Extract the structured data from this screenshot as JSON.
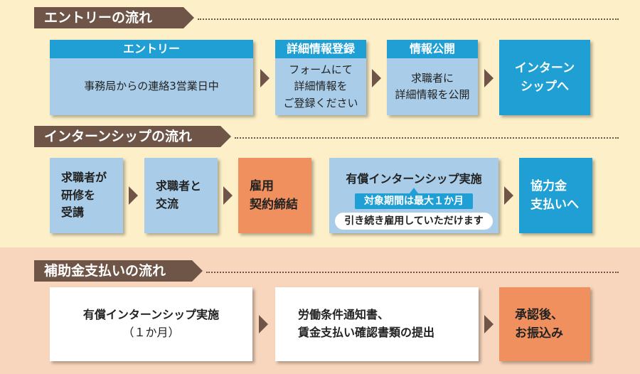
{
  "sections": {
    "entry": {
      "title": "エントリーの流れ"
    },
    "internship": {
      "title": "インターンシップの流れ"
    },
    "subsidy": {
      "title": "補助金支払いの流れ"
    }
  },
  "entry_flow": {
    "step1": {
      "header": "エントリー",
      "body": "事務局からの連絡3営業日中"
    },
    "step2": {
      "header": "詳細情報登録",
      "lines": [
        "フォームにて",
        "詳細情報を",
        "ご登録ください"
      ]
    },
    "step3": {
      "header": "情報公開",
      "lines": [
        "求職者に",
        "詳細情報を公開"
      ]
    },
    "step4": {
      "lines": [
        "インターン",
        "シップへ"
      ]
    }
  },
  "internship_flow": {
    "step1": {
      "lines": [
        "求職者が",
        "研修を",
        "受講"
      ]
    },
    "step2": {
      "lines": [
        "求職者と",
        "交流"
      ]
    },
    "step3": {
      "lines": [
        "雇用",
        "契約締結"
      ]
    },
    "step4": {
      "title": "有償インターンシップ実施",
      "note": "対象期間は最大１か月",
      "subnote": "引き続き雇用していただけます"
    },
    "step5": {
      "lines": [
        "協力金",
        "支払いへ"
      ]
    }
  },
  "subsidy_flow": {
    "step1": {
      "lines": [
        "有償インターンシップ実施",
        "（１か月）"
      ]
    },
    "step2": {
      "lines": [
        "労働条件通知書、",
        "賃金支払い確認書類の提出"
      ]
    },
    "step3": {
      "lines": [
        "承認後、",
        "お振込み"
      ]
    }
  },
  "colors": {
    "brown": "#6e5548",
    "blue": "#1f9fd4",
    "light_blue": "#a9cde8",
    "orange": "#f0905e",
    "cream": "#fdf0c8",
    "peach": "#f8d6bd"
  }
}
